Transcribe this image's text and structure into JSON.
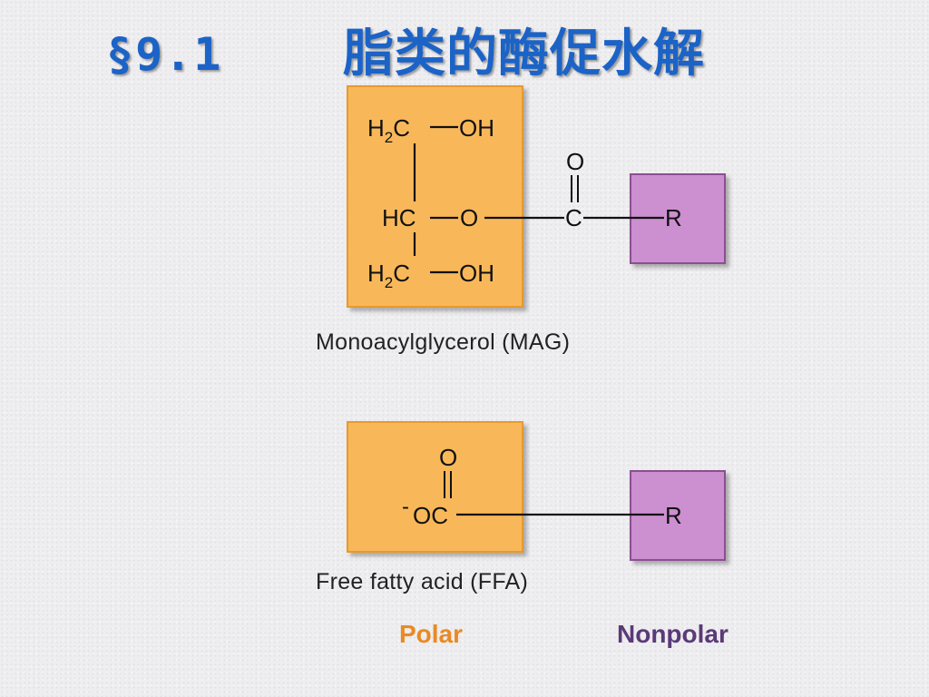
{
  "title": {
    "section": "§9.1",
    "text": "脂类的酶促水解"
  },
  "mag": {
    "caption": "Monoacylglycerol (MAG)",
    "labels": {
      "h2c": "H",
      "sub2": "2",
      "c": "C",
      "oh": "OH",
      "hc": "HC",
      "o": "O",
      "carbonyl_o": "O",
      "carbon": "C",
      "r": "R"
    }
  },
  "ffa": {
    "caption": "Free fatty acid (FFA)",
    "labels": {
      "minus": "-",
      "oc": "OC",
      "carbonyl_o": "O",
      "r": "R"
    }
  },
  "legend": {
    "polar": "Polar",
    "nonpolar": "Nonpolar"
  },
  "colors": {
    "title": "#1b63c7",
    "polar_fill": "#f8b85a",
    "polar_stroke": "#e79a2e",
    "nonpolar_fill": "#cc8fd0",
    "nonpolar_stroke": "#8a4f92",
    "polar_text": "#e98a24",
    "nonpolar_text": "#5a3a78"
  }
}
